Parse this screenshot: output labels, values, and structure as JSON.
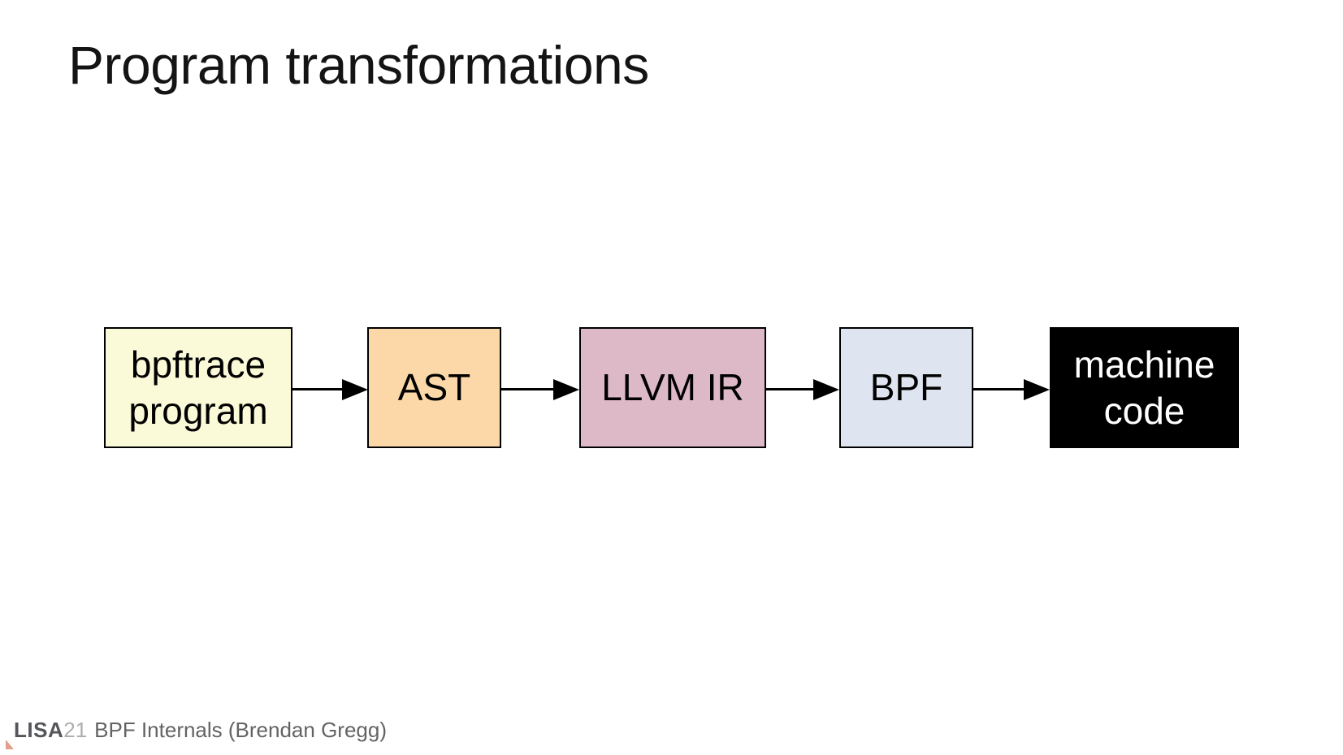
{
  "slide": {
    "title": "Program transformations",
    "footer": {
      "brand_bold": "LISA",
      "brand_year": "21",
      "credit": "BPF Internals (Brendan Gregg)"
    }
  },
  "colors": {
    "background": "#FFFFFF",
    "title_text": "#141414",
    "node_border": "#000000",
    "arrow": "#000000",
    "footer_brand": "#55565A",
    "footer_year": "#ACAEB1",
    "footer_credit": "#636363",
    "footer_fold": "#E2A08C"
  },
  "diagram": {
    "nodes": [
      {
        "id": "bpftrace-program",
        "lines": [
          "bpftrace",
          "program"
        ],
        "fill": "#FBFAD8",
        "text_color": "#000000"
      },
      {
        "id": "ast",
        "lines": [
          "AST"
        ],
        "fill": "#FCD8A9",
        "text_color": "#000000"
      },
      {
        "id": "llvm-ir",
        "lines": [
          "LLVM IR"
        ],
        "fill": "#DDB9C8",
        "text_color": "#000000"
      },
      {
        "id": "bpf",
        "lines": [
          "BPF"
        ],
        "fill": "#DEE5F0",
        "text_color": "#000000"
      },
      {
        "id": "machine-code",
        "lines": [
          "machine",
          "code"
        ],
        "fill": "#000000",
        "text_color": "#FFFFFF"
      }
    ],
    "edges": [
      {
        "from": "bpftrace-program",
        "to": "ast"
      },
      {
        "from": "ast",
        "to": "llvm-ir"
      },
      {
        "from": "llvm-ir",
        "to": "bpf"
      },
      {
        "from": "bpf",
        "to": "machine-code"
      }
    ]
  }
}
